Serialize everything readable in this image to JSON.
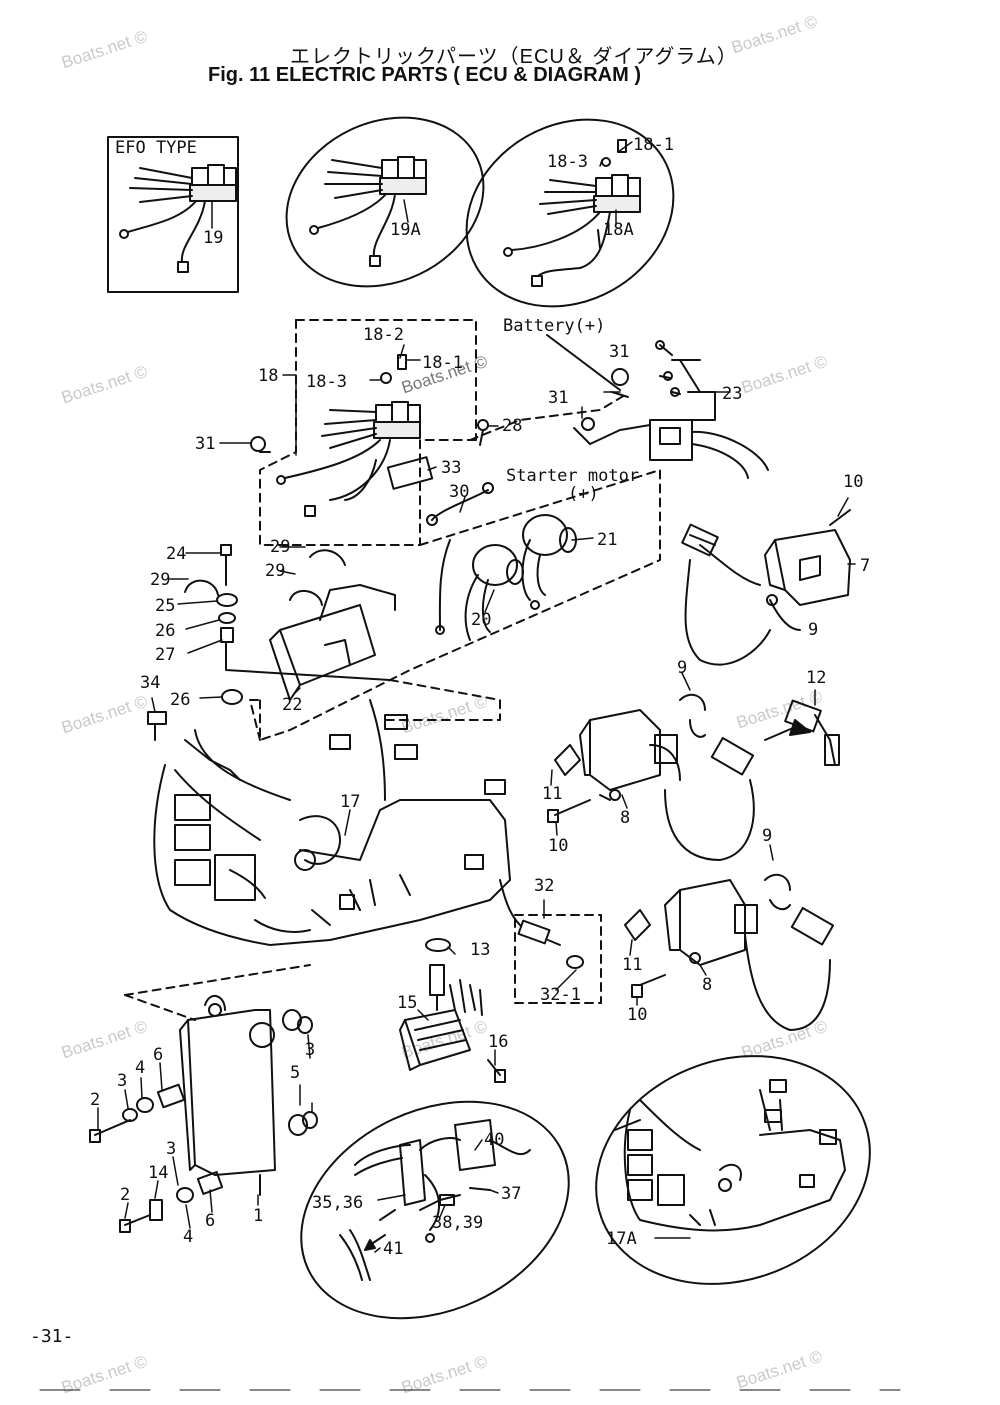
{
  "header": {
    "title_jp": "エレクトリックパーツ（ECU＆ ダイアグラム）",
    "title_en": "Fig. 11   ELECTRIC PARTS ( ECU & DIAGRAM )"
  },
  "labels": {
    "efo_type": "EFO TYPE",
    "battery": "Battery(+)",
    "starter_motor": "Starter motor",
    "plus": "(+)"
  },
  "part_numbers": {
    "p19": "19",
    "p19a": "19A",
    "p18_3a": "18-3",
    "p18_1a": "18-1",
    "p18a": "18A",
    "p18_2": "18-2",
    "p18_1b": "18-1",
    "p18": "18",
    "p18_3b": "18-3",
    "p31a": "31",
    "p31b": "31",
    "p31c": "31",
    "p23": "23",
    "p28": "28",
    "p33": "33",
    "p30": "30",
    "p21": "21",
    "p10a": "10",
    "p7": "7",
    "p9a": "9",
    "p24": "24",
    "p29a": "29",
    "p29b": "29",
    "p29c": "29",
    "p25": "25",
    "p26a": "26",
    "p27": "27",
    "p20": "20",
    "p34": "34",
    "p26b": "26",
    "p22": "22",
    "p9b": "9",
    "p12": "12",
    "p11a": "11",
    "p10b": "10",
    "p8a": "8",
    "p17": "17",
    "p32": "32",
    "p13": "13",
    "p9c": "9",
    "p11b": "11",
    "p8b": "8",
    "p10c": "10",
    "p32_1": "32-1",
    "p15": "15",
    "p16": "16",
    "p6a": "6",
    "p4a": "4",
    "p3a": "3",
    "p2a": "2",
    "p5": "5",
    "p3b": "3",
    "p3c": "3",
    "p14": "14",
    "p2b": "2",
    "p4b": "4",
    "p6b": "6",
    "p1": "1",
    "p40": "40",
    "p35_36": "35,36",
    "p37": "37",
    "p38_39": "38,39",
    "p41": "41",
    "p17a": "17A"
  },
  "watermark": "Boats.net ©",
  "footer": {
    "page_number": "-31-"
  }
}
